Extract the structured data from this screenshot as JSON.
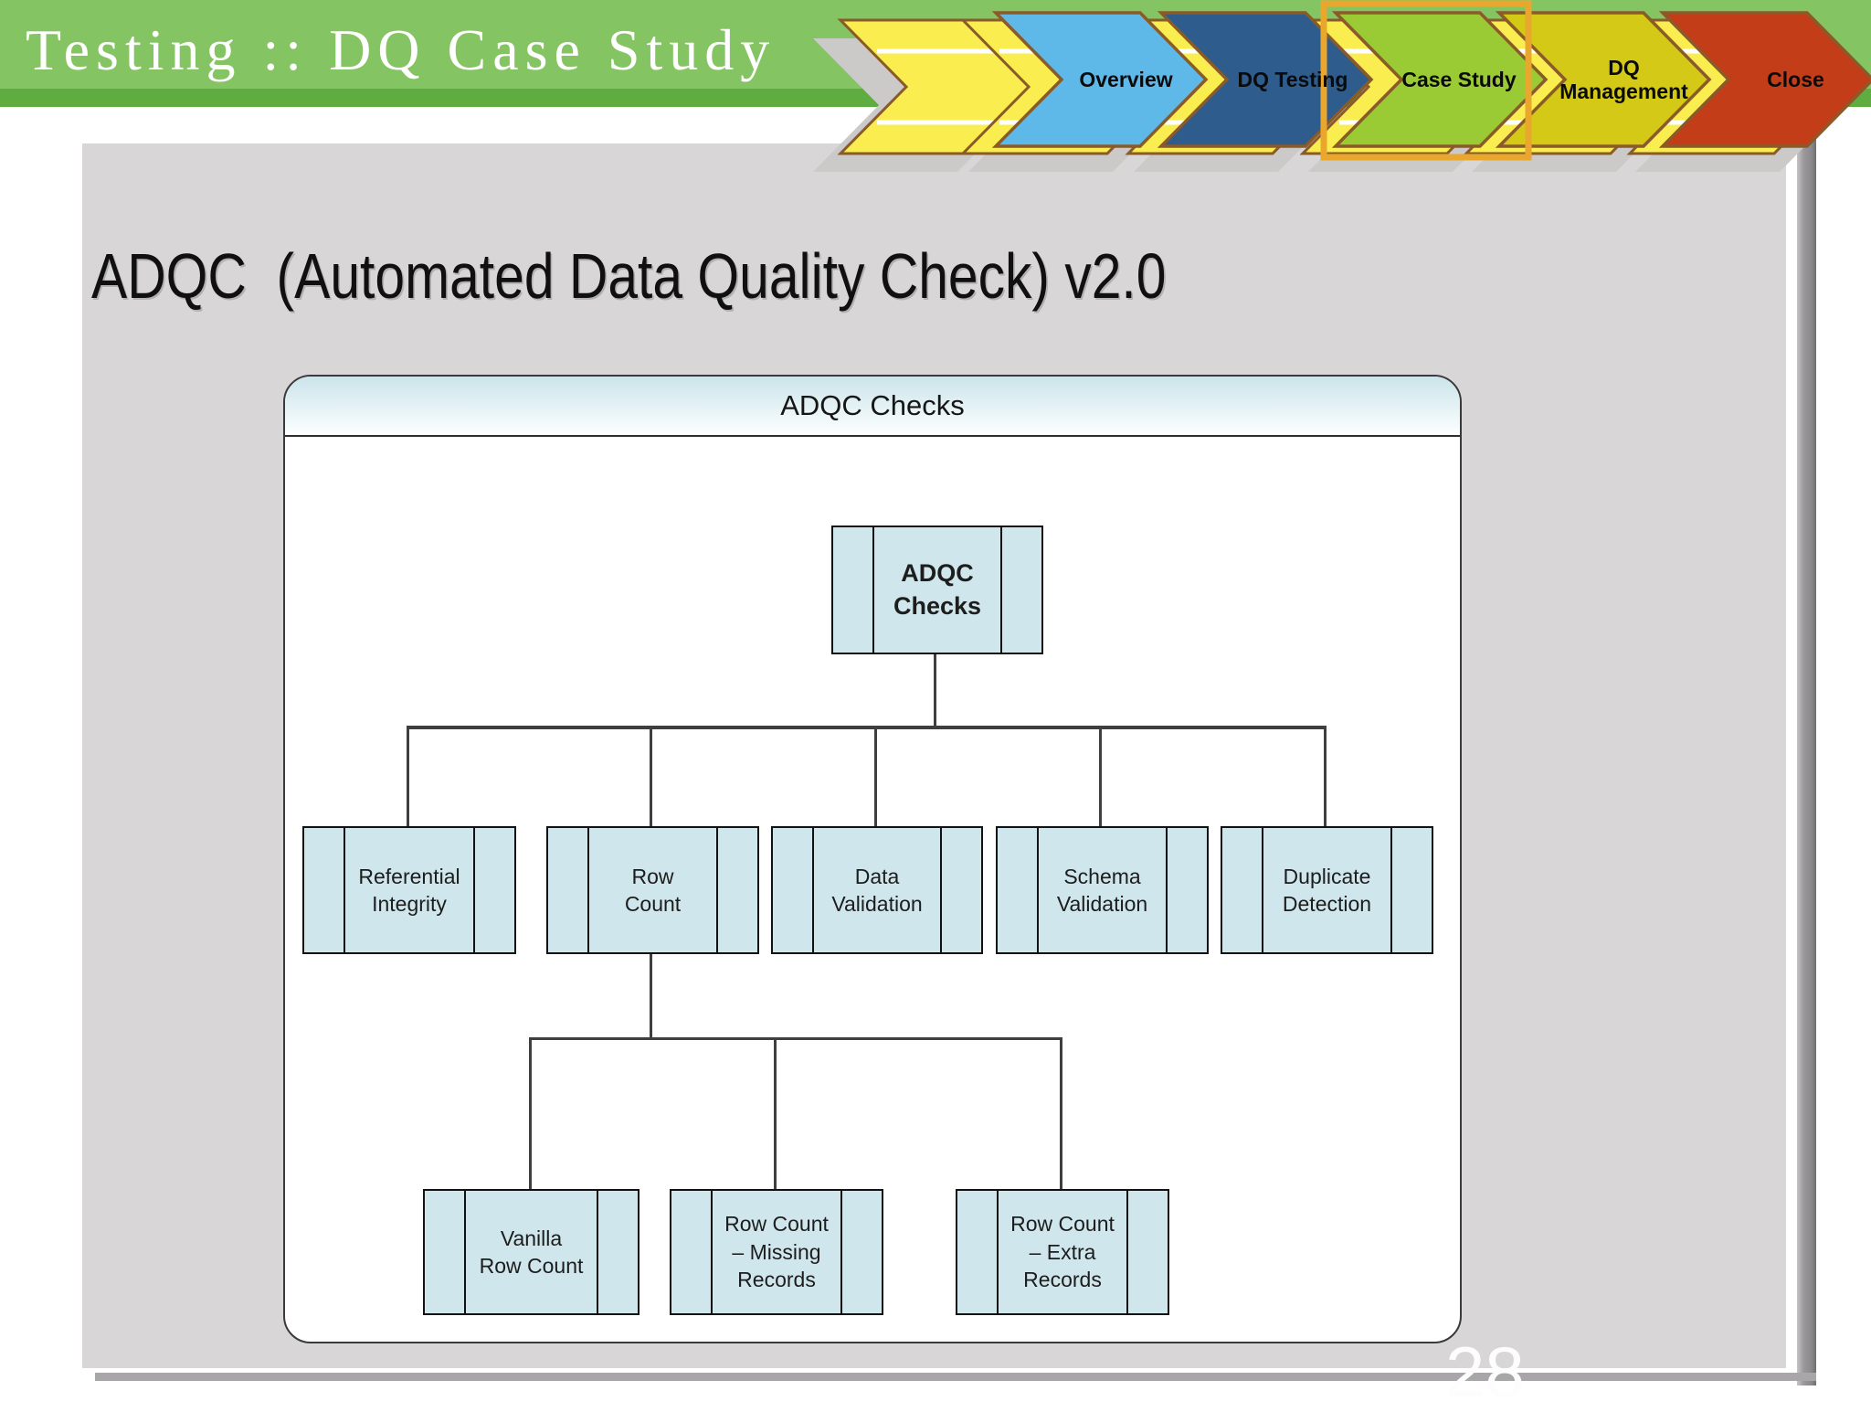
{
  "banner": {
    "title": "Testing :: DQ Case Study",
    "bg_color": "#85C462",
    "strip_color": "#5FAD40"
  },
  "nav": {
    "highlight_color": "#EAA72E",
    "chevron_border_color": "#8A5A28",
    "companion_chevron_color": "#F9ED4F",
    "steps": [
      {
        "label": "Overview",
        "color": "#5FB9E8",
        "active": false
      },
      {
        "label": "DQ Testing",
        "color": "#2E5C8D",
        "active": false
      },
      {
        "label": "Case Study",
        "color": "#9ACA34",
        "active": true
      },
      {
        "label": "DQ Management",
        "color": "#D3C916",
        "active": false
      },
      {
        "label": "Close",
        "color": "#C23D18",
        "active": false
      }
    ]
  },
  "slide": {
    "title": "ADQC  (Automated Data Quality Check) v2.0",
    "page_number": "28",
    "bg_color": "#D8D6D6"
  },
  "diagram": {
    "container_title": "ADQC Checks",
    "node_fill": "#CFE6EC",
    "node_border": "#121212",
    "connector_color": "#3F3F3F",
    "root": {
      "label": "ADQC\nChecks"
    },
    "level2": [
      {
        "label": "Referential\nIntegrity"
      },
      {
        "label": "Row\nCount"
      },
      {
        "label": "Data\nValidation"
      },
      {
        "label": "Schema\nValidation"
      },
      {
        "label": "Duplicate\nDetection"
      }
    ],
    "level3": [
      {
        "label": "Vanilla\nRow Count"
      },
      {
        "label": "Row Count\n– Missing\nRecords"
      },
      {
        "label": "Row Count\n– Extra\nRecords"
      }
    ]
  }
}
